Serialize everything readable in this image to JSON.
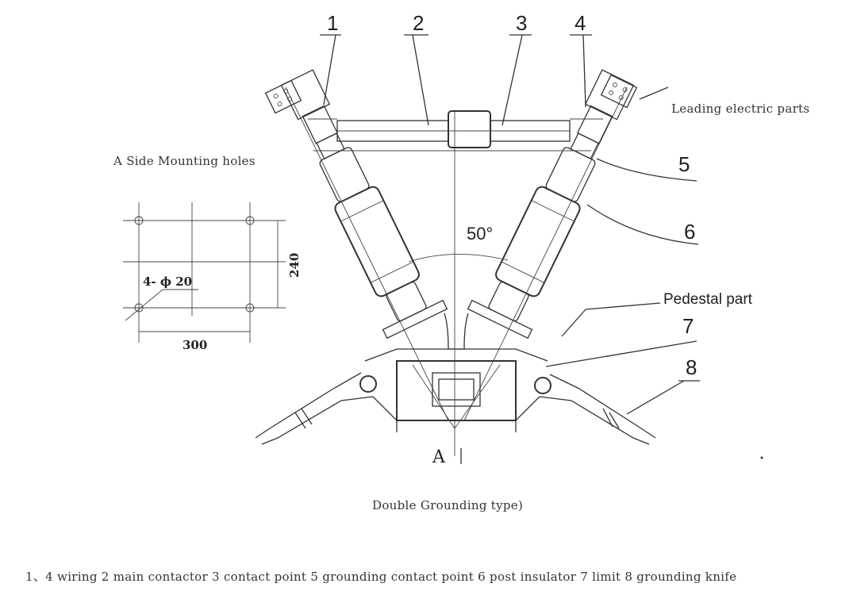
{
  "callouts": {
    "n1": "1",
    "n2": "2",
    "n3": "3",
    "n4": "4",
    "n5": "5",
    "n6": "6",
    "n7": "7",
    "n8": "8"
  },
  "labels": {
    "leading": "Leading electric parts",
    "mounting": "A Side Mounting holes",
    "pedestal": "Pedestal part",
    "view_a": "A",
    "angle": "50°"
  },
  "mounting": {
    "holes": "4- ϕ 20",
    "dim_h": "300",
    "dim_v": "240"
  },
  "caption": "Double Grounding type)",
  "legend": "1、4 wiring 2 main contactor 3 contact point 5 grounding contact point 6 post insulator 7 limit 8 grounding knife"
}
